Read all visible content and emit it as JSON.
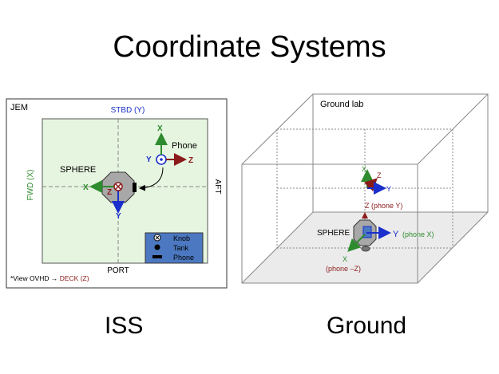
{
  "title": "Coordinate Systems",
  "captions": {
    "left": "ISS",
    "right": "Ground"
  },
  "colors": {
    "green_axis": "#2e8b2e",
    "blue_axis": "#1a2fcc",
    "red_axis": "#8b1a1a",
    "panel_green": "#e6f5e0",
    "legend_blue": "#4b78c0",
    "floor_gray": "#ebebeb"
  },
  "iss": {
    "panel_label": "JEM",
    "stbd": "STBD (Y)",
    "port": "PORT",
    "fwd": "FWD (X)",
    "aft": "AFT",
    "sphere_label": "SPHERE",
    "phone_label": "Phone",
    "axes": {
      "sphere_x": "X",
      "sphere_y": "Y",
      "sphere_z": "Z",
      "phone_x": "X",
      "phone_y": "Y",
      "phone_z": "Z"
    },
    "legend": [
      "Knob",
      "Tank",
      "Phone"
    ],
    "footnote_prefix": "*View OVHD → ",
    "footnote_deck": "DECK (Z)"
  },
  "ground": {
    "panel_label": "Ground lab",
    "sphere_label": "SPHERE",
    "top_axes": {
      "x": "X",
      "z": "Z",
      "y": "Y"
    },
    "z_phone_y": "Z (phone Y)",
    "y_label": "Y",
    "y_phone_x": "(phone X)",
    "x_label": "X",
    "x_phone_z": "(phone –Z)"
  }
}
